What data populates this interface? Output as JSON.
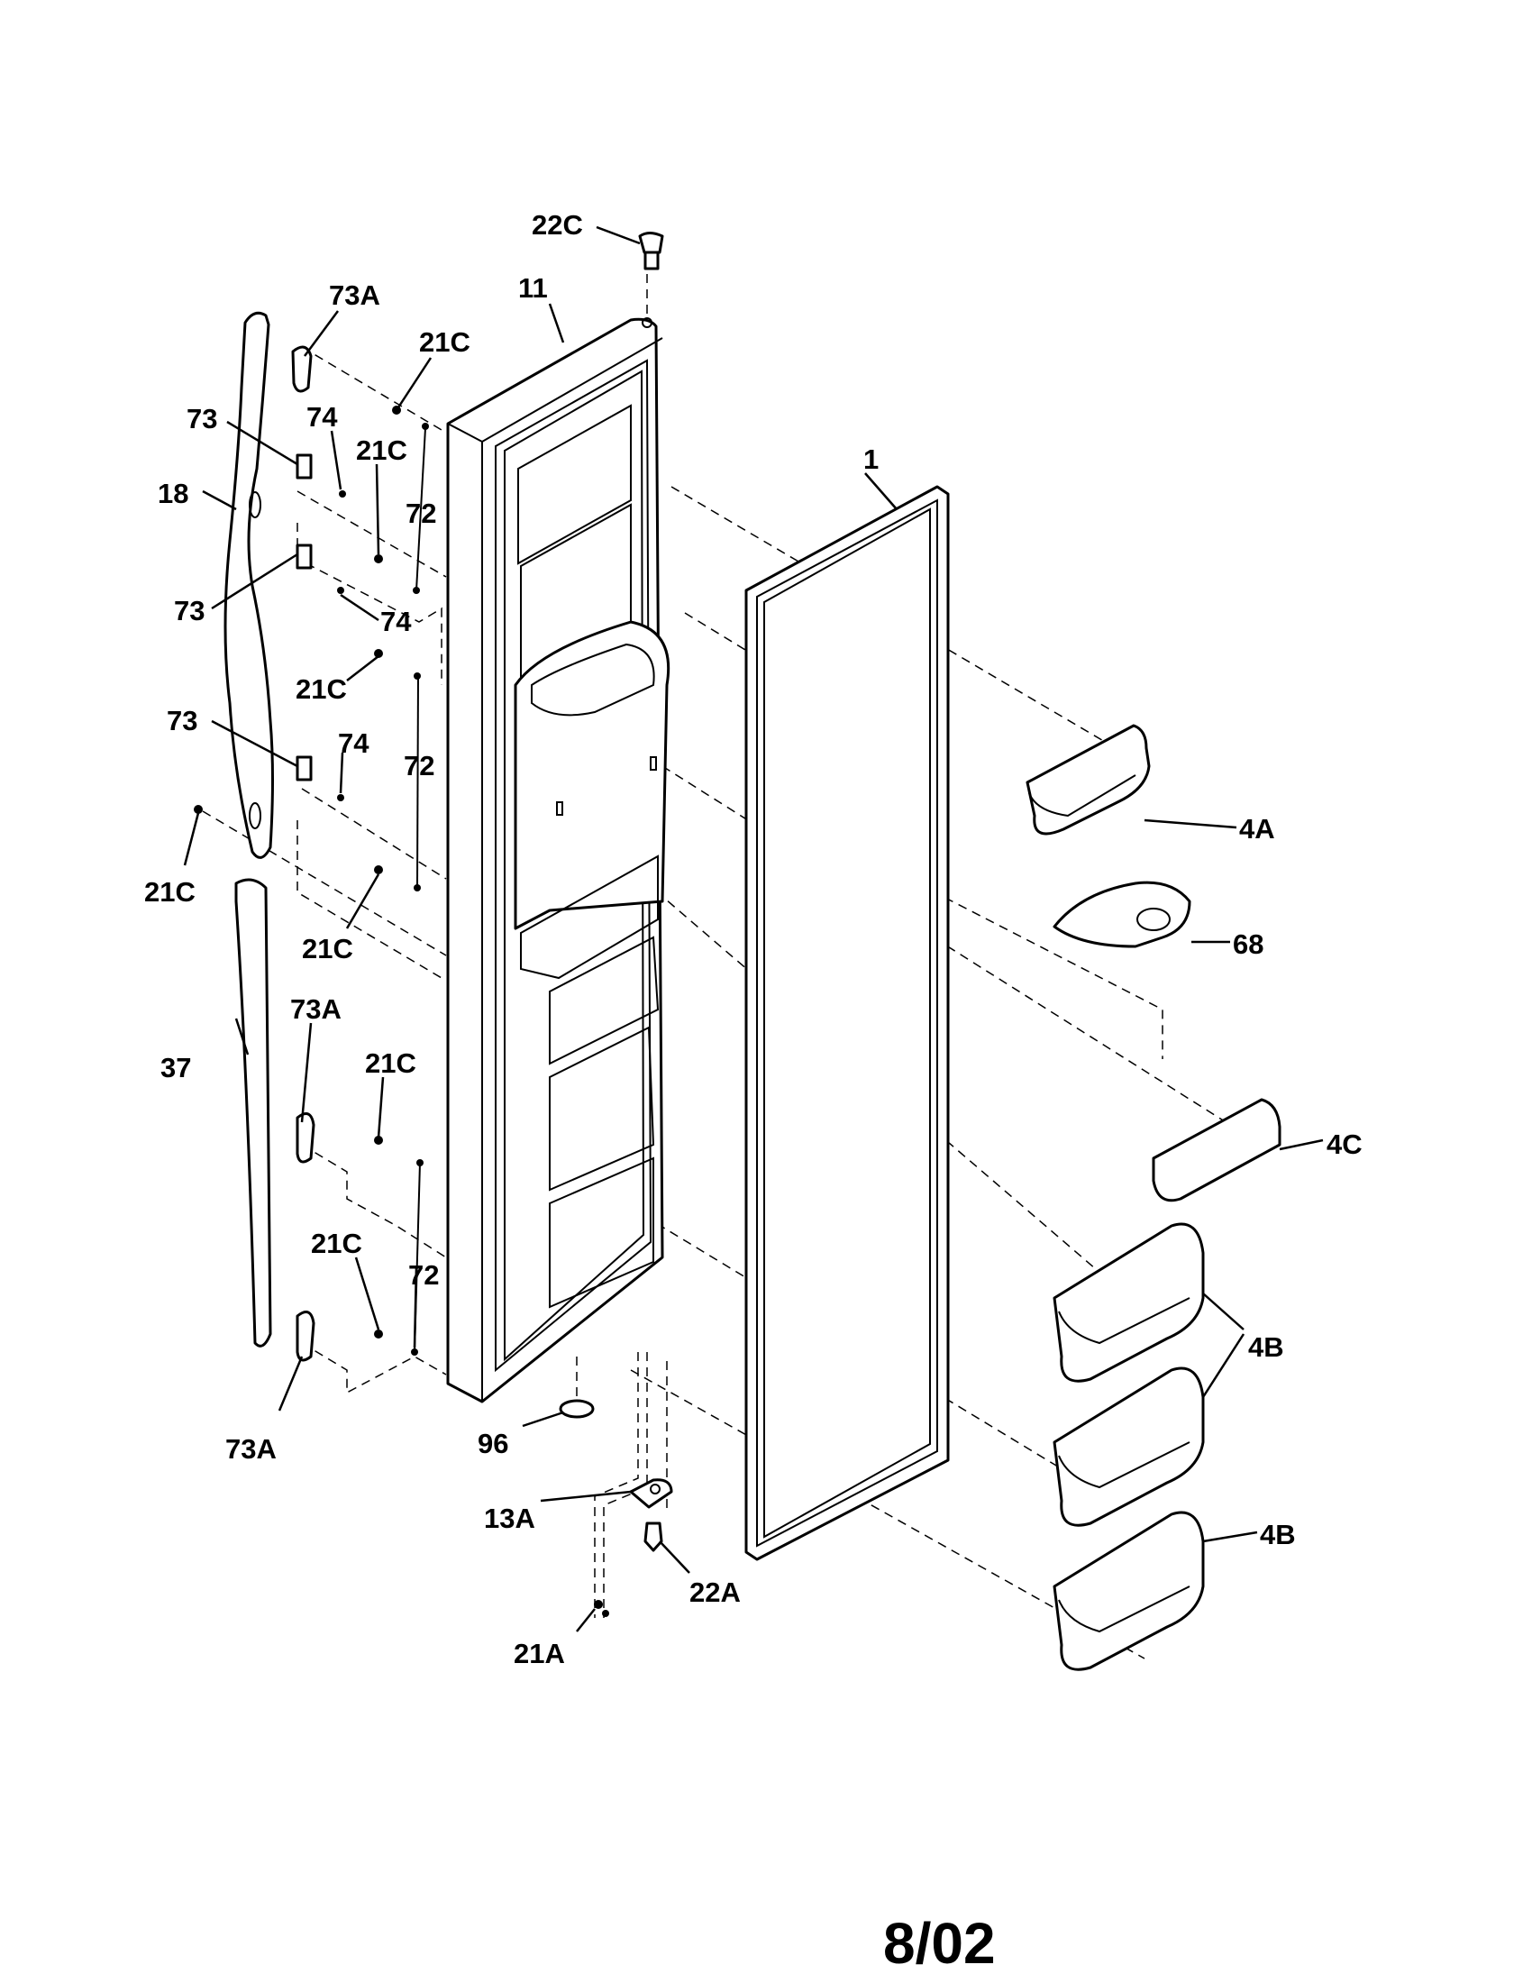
{
  "labels": {
    "22C": "22C",
    "11": "11",
    "73A_top": "73A",
    "21C_a": "21C",
    "73_a": "73",
    "74_a": "74",
    "21C_b": "21C",
    "18": "18",
    "72_a": "72",
    "1": "1",
    "73_b": "73",
    "74_b": "74",
    "21C_c": "21C",
    "73_c": "73",
    "74_c": "74",
    "72_b": "72",
    "21C_d": "21C",
    "21C_e": "21C",
    "4A": "4A",
    "68": "68",
    "73A_mid": "73A",
    "37": "37",
    "21C_f": "21C",
    "4C": "4C",
    "21C_g": "21C",
    "72_c": "72",
    "4B_a": "4B",
    "96": "96",
    "73A_bot": "73A",
    "13A": "13A",
    "4B_b": "4B",
    "22A": "22A",
    "21A": "21A"
  },
  "revision_date": "8/02"
}
